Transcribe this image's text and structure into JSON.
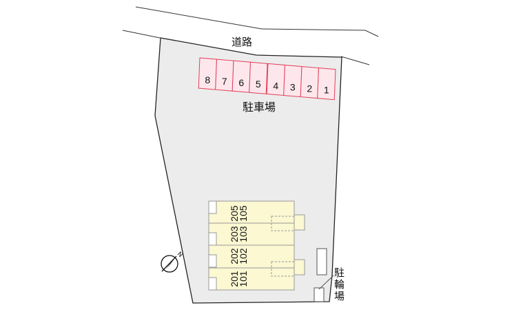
{
  "labels": {
    "road": "道路",
    "parking": "駐車場",
    "bike_parking": [
      "駐",
      "輪",
      "場"
    ],
    "north_mark": "N"
  },
  "parking_spaces": [
    "8",
    "7",
    "6",
    "5",
    "4",
    "3",
    "2",
    "1"
  ],
  "building_rooms": {
    "upper_floor": [
      "205",
      "203",
      "202",
      "201"
    ],
    "ground_floor": [
      "105",
      "103",
      "102",
      "101"
    ]
  },
  "colors": {
    "lot": "#ececec",
    "lot_outline": "#222222",
    "parking_fill": "#fde7ec",
    "parking_stroke": "#e0405a",
    "building": "#fbf8d2",
    "building_stroke": "#999999"
  }
}
